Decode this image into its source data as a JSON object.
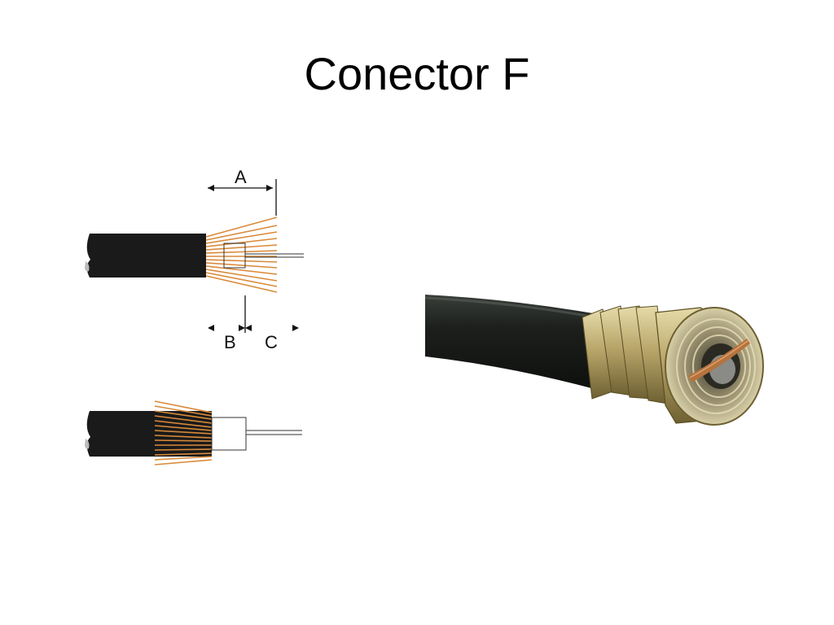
{
  "slide": {
    "title": "Conector F"
  },
  "diagram": {
    "labels": {
      "a": "A",
      "b": "B",
      "c": "C"
    },
    "colors": {
      "jacket": "#1a1a1a",
      "braid": "#d98a3a",
      "dielectric": "#ffffff",
      "conductor": "#333333"
    }
  },
  "photo": {
    "colors": {
      "cable": "#1c1f1c",
      "brass": "#b9a66a",
      "copper": "#b5733d"
    }
  }
}
